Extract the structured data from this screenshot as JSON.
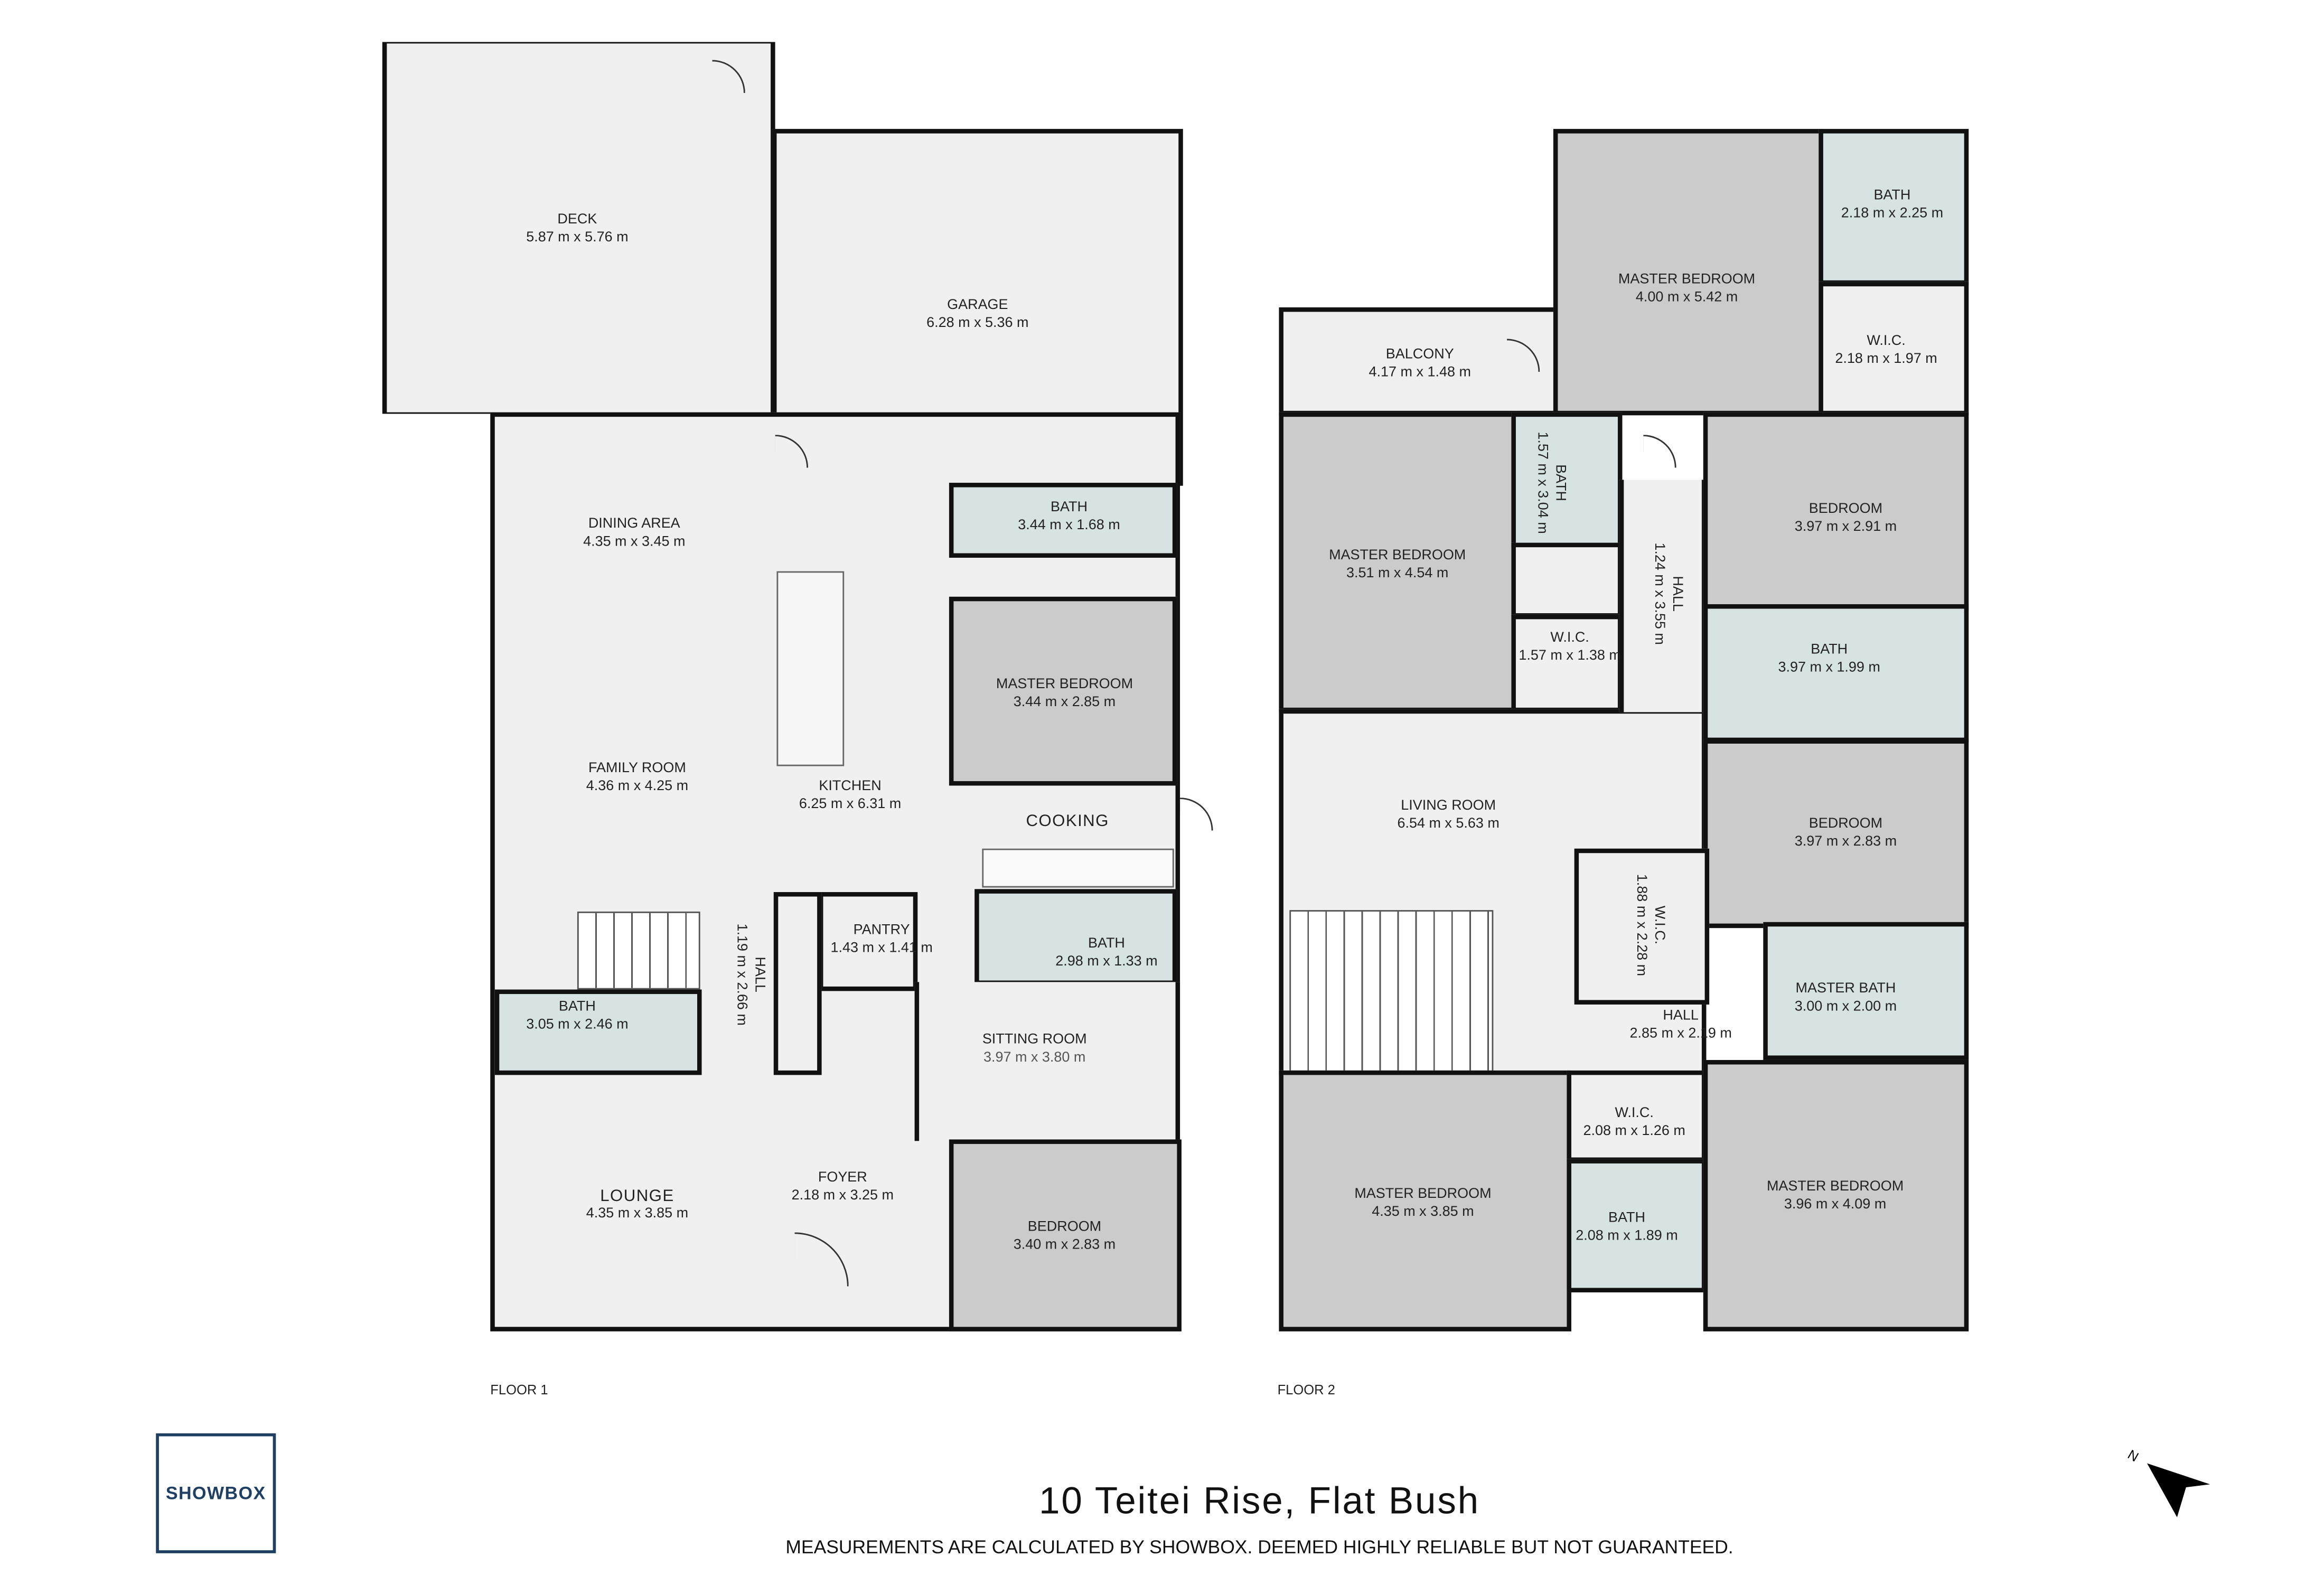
{
  "title": "10 Teitei Rise, Flat Bush",
  "disclaimer": "MEASUREMENTS ARE CALCULATED BY SHOWBOX. DEEMED HIGHLY RELIABLE BUT NOT GUARANTEED.",
  "logo": "SHOWBOX",
  "north_label": "N",
  "colors": {
    "wall": "#111111",
    "open": "#f0f0f0",
    "bedroom": "#cbcbcb",
    "bath": "#d7e2e3",
    "brand": "#1f4063"
  },
  "floor1": {
    "label": "FLOOR 1",
    "rooms": {
      "deck": {
        "name": "DECK",
        "dims": "5.87 m x 5.76 m"
      },
      "garage": {
        "name": "GARAGE",
        "dims": "6.28 m x 5.36 m"
      },
      "dining": {
        "name": "DINING AREA",
        "dims": "4.35 m x 3.45 m"
      },
      "family": {
        "name": "FAMILY ROOM",
        "dims": "4.36 m x 4.25 m"
      },
      "kitchen": {
        "name": "KITCHEN",
        "dims": "6.25 m x 6.31 m"
      },
      "cooking": {
        "name": "COOKING"
      },
      "bath_top": {
        "name": "BATH",
        "dims": "3.44 m x 1.68 m"
      },
      "master": {
        "name": "MASTER BEDROOM",
        "dims": "3.44 m x 2.85 m"
      },
      "pantry": {
        "name": "PANTRY",
        "dims": "1.43 m x 1.41 m"
      },
      "bath_mid": {
        "name": "BATH",
        "dims": "2.98 m x 1.33 m"
      },
      "hall": {
        "name": "HALL",
        "dims": "1.19 m x 2.66 m"
      },
      "bath_left": {
        "name": "BATH",
        "dims": "3.05 m x 2.46 m"
      },
      "sitting": {
        "name": "SITTING ROOM",
        "dims": "3.97 m x 3.80 m"
      },
      "lounge": {
        "name": "LOUNGE",
        "dims": "4.35 m x 3.85 m"
      },
      "foyer": {
        "name": "FOYER",
        "dims": "2.18 m x 3.25 m"
      },
      "bedroom": {
        "name": "BEDROOM",
        "dims": "3.40 m x 2.83 m"
      }
    }
  },
  "floor2": {
    "label": "FLOOR 2",
    "rooms": {
      "balcony": {
        "name": "BALCONY",
        "dims": "4.17 m x 1.48 m"
      },
      "master_top": {
        "name": "MASTER BEDROOM",
        "dims": "4.00 m x 5.42 m"
      },
      "bath_tr": {
        "name": "BATH",
        "dims": "2.18 m x 2.25 m"
      },
      "wic_tr": {
        "name": "W.I.C.",
        "dims": "2.18 m x 1.97 m"
      },
      "master_left": {
        "name": "MASTER BEDROOM",
        "dims": "3.51 m x 4.54 m"
      },
      "bath_v": {
        "name": "BATH",
        "dims": "1.57 m x 3.04 m"
      },
      "wic_small": {
        "name": "W.I.C.",
        "dims": "1.57 m x 1.38 m"
      },
      "hall_v": {
        "name": "HALL",
        "dims": "1.24 m x 3.55 m"
      },
      "bedroom1": {
        "name": "BEDROOM",
        "dims": "3.97 m x 2.91 m"
      },
      "bath_mid": {
        "name": "BATH",
        "dims": "3.97 m x 1.99 m"
      },
      "living": {
        "name": "LIVING ROOM",
        "dims": "6.54 m x 5.63 m"
      },
      "bedroom2": {
        "name": "BEDROOM",
        "dims": "3.97 m x 2.83 m"
      },
      "wic_v": {
        "name": "W.I.C.",
        "dims": "1.88 m x 2.28 m"
      },
      "master_bath": {
        "name": "MASTER BATH",
        "dims": "3.00 m x 2.00 m"
      },
      "hall": {
        "name": "HALL",
        "dims": "2.85 m x 2.19 m"
      },
      "master_bl": {
        "name": "MASTER BEDROOM",
        "dims": "4.35 m x 3.85 m"
      },
      "wic_b": {
        "name": "W.I.C.",
        "dims": "2.08 m x 1.26 m"
      },
      "bath_b": {
        "name": "BATH",
        "dims": "2.08 m x 1.89 m"
      },
      "master_br": {
        "name": "MASTER BEDROOM",
        "dims": "3.96 m x 4.09 m"
      }
    }
  }
}
